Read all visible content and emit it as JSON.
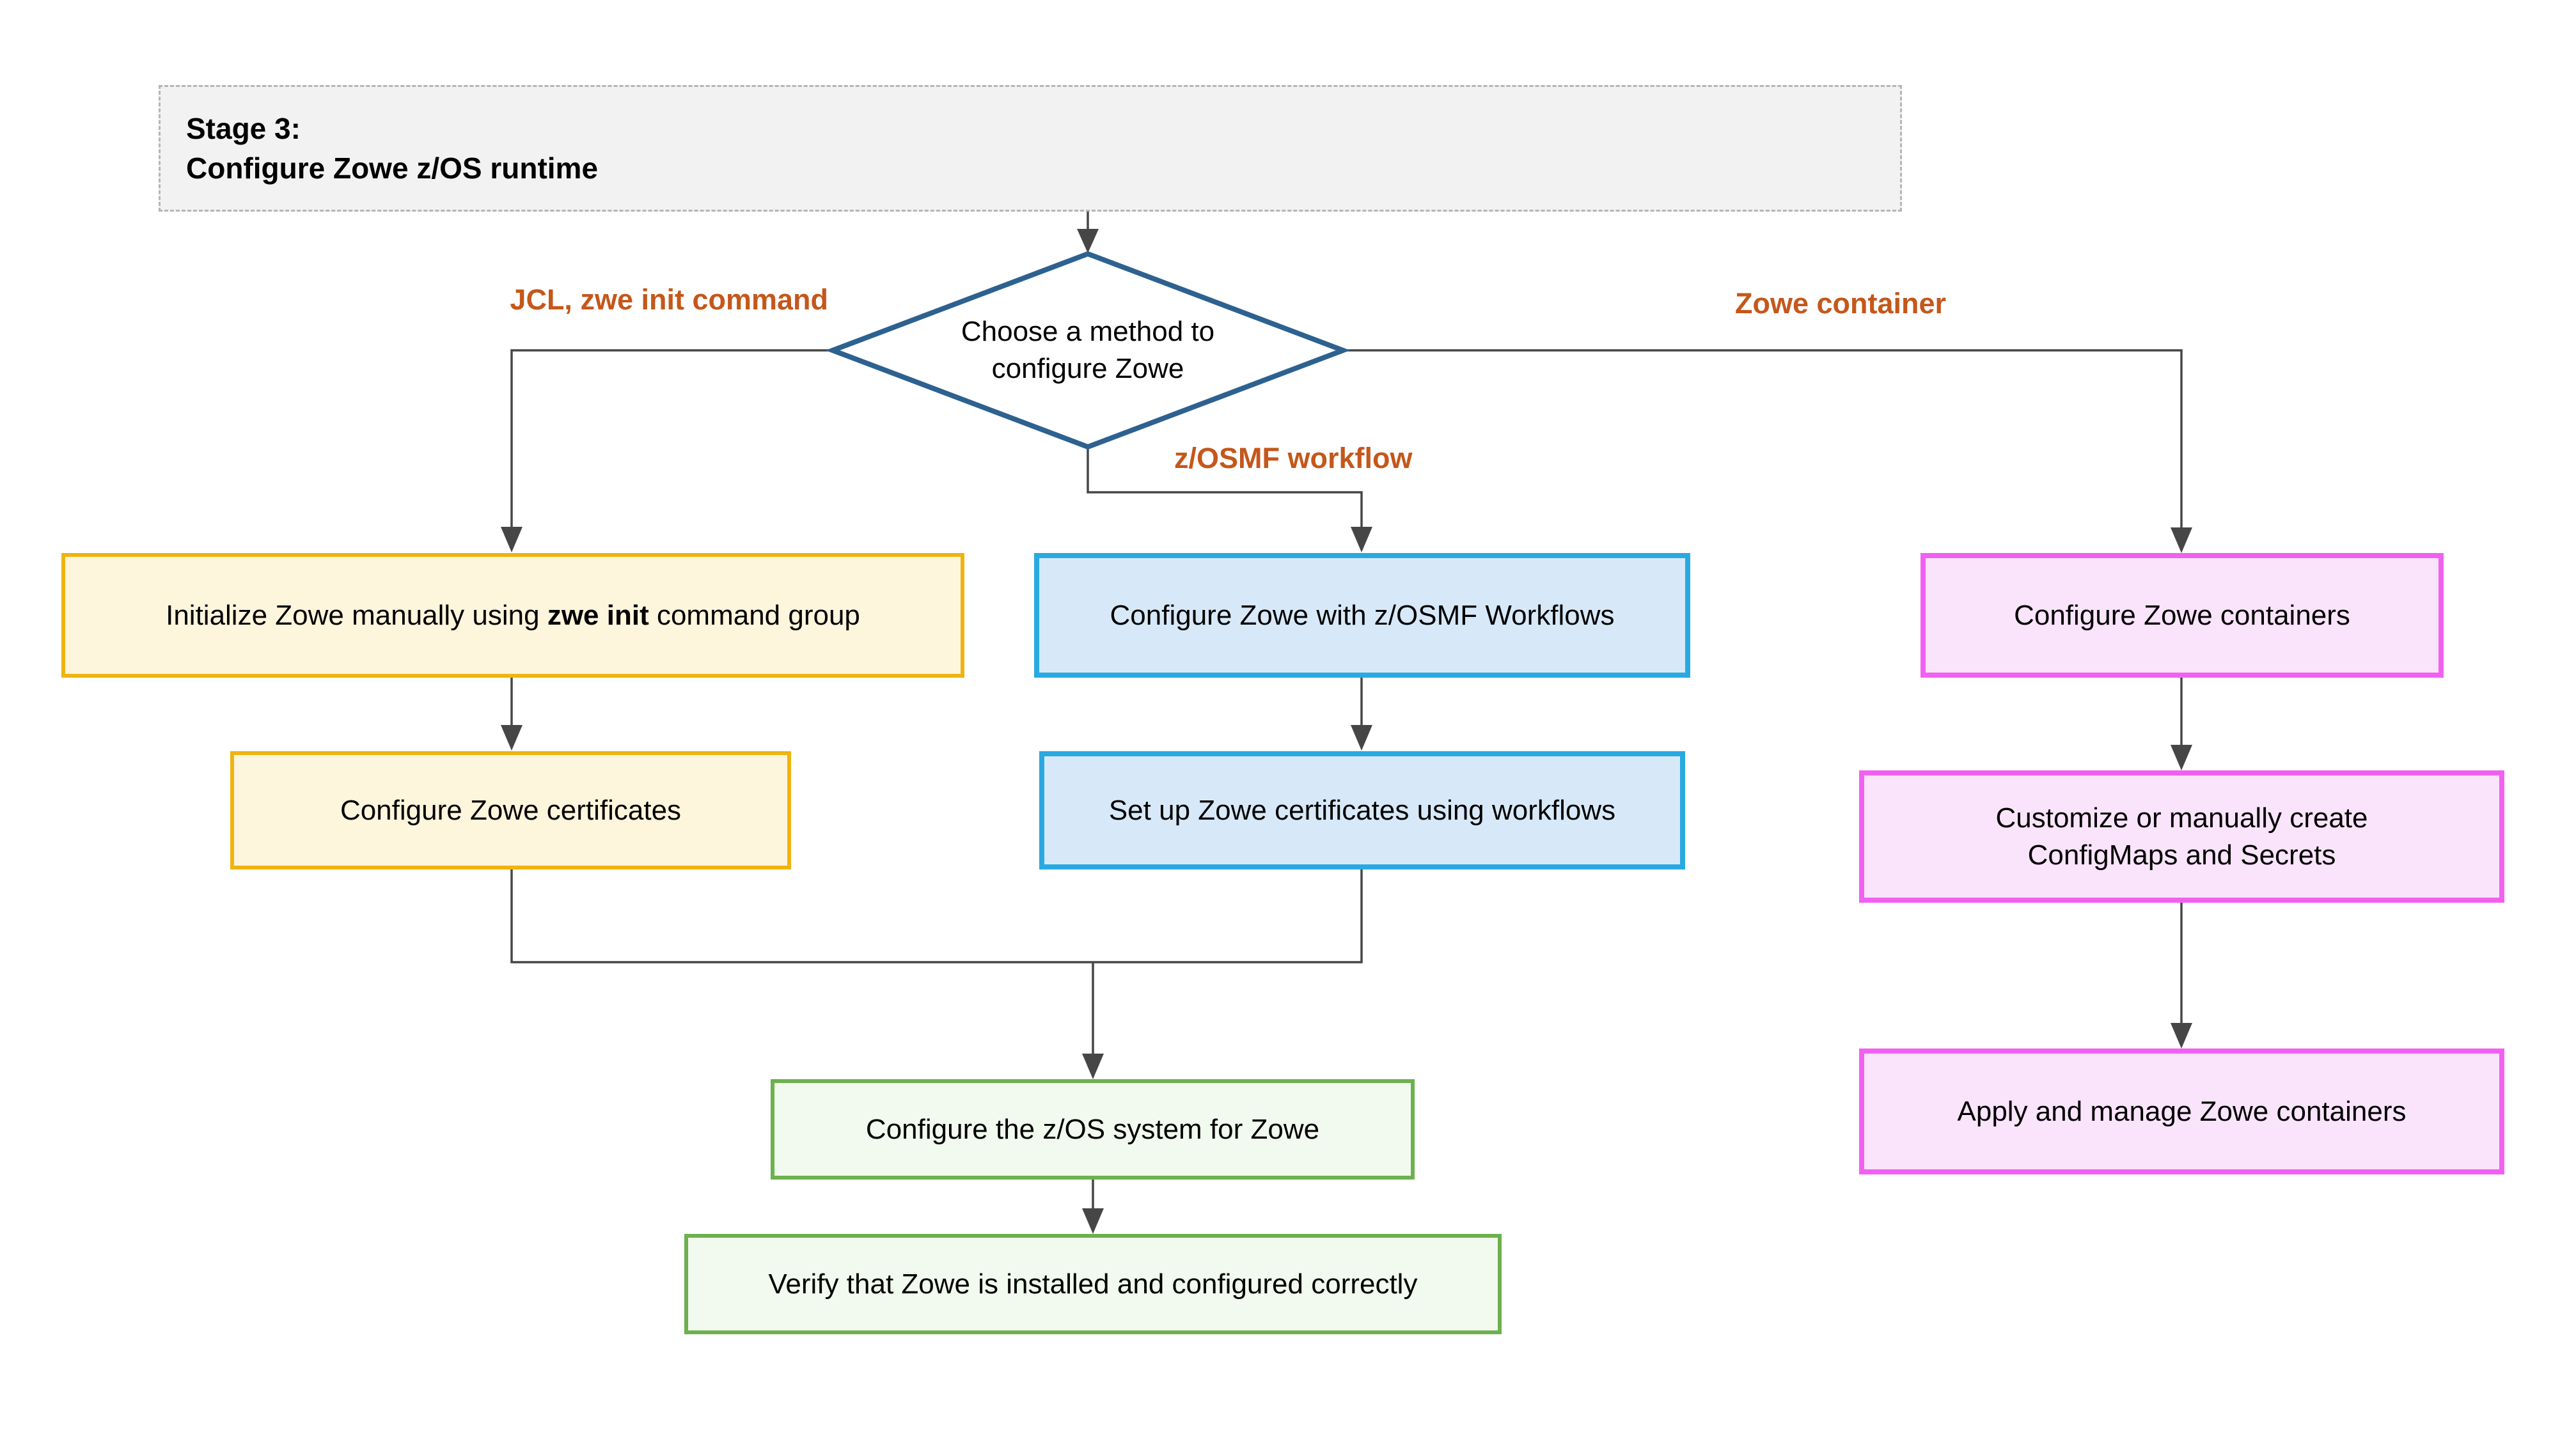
{
  "header": {
    "line1": "Stage 3:",
    "line2": "Configure Zowe z/OS runtime"
  },
  "decision": {
    "line1": "Choose a method to",
    "line2": "configure Zowe"
  },
  "branch_labels": {
    "left": "JCL, zwe init command",
    "middle": "z/OSMF workflow",
    "right": "Zowe container"
  },
  "nodes": {
    "init_zowe": {
      "parts": [
        {
          "text": "Initialize Zowe manually using "
        },
        {
          "text": "zwe init",
          "bold": true
        },
        {
          "text": " command group"
        }
      ]
    },
    "configure_certificates": {
      "label": "Configure Zowe certificates"
    },
    "zosmf_workflows": {
      "label": "Configure Zowe with z/OSMF Workflows"
    },
    "setup_certificates_workflows": {
      "label": "Set up Zowe certificates using workflows"
    },
    "configure_containers": {
      "label": "Configure Zowe containers"
    },
    "customize_configmaps": {
      "line1": "Customize or manually create",
      "line2": "ConfigMaps and Secrets"
    },
    "apply_manage_containers": {
      "label": "Apply and manage Zowe containers"
    },
    "configure_zos_system": {
      "label": "Configure the z/OS system for Zowe"
    },
    "verify_installation": {
      "label": "Verify that Zowe is installed and configured correctly"
    }
  },
  "colors": {
    "header-fill": "#f2f2f2",
    "header-border": "#b5b5b5",
    "yellow-fill": "#fdf5dc",
    "yellow-border": "#f0b310",
    "blue-fill": "#d7e9f8",
    "blue-border": "#29a9e1",
    "pink-fill": "#fae4fb",
    "pink-border": "#f161f1",
    "green-fill": "#f2f9ee",
    "green-border": "#6cb14d",
    "diamond-fill": "#ffffff",
    "diamond-stroke": "#2d618f",
    "label-orange": "#c4571b",
    "line": "#464646",
    "text": "#000000"
  }
}
